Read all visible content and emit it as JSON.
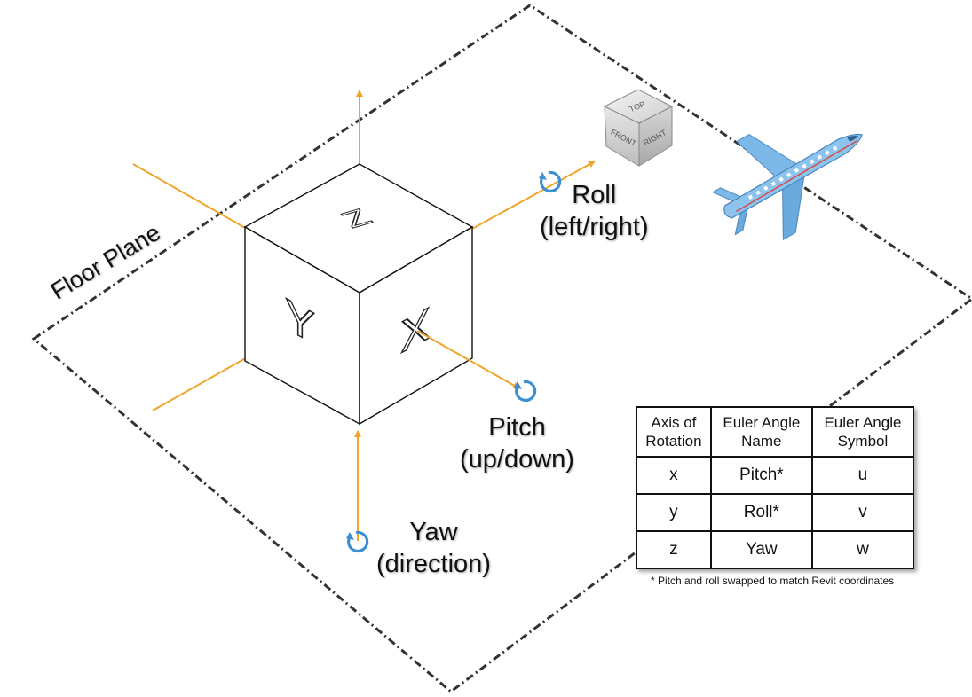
{
  "floor_plane_label": "Floor Plane",
  "cube_faces": {
    "top": "Z",
    "left": "Y",
    "right": "X"
  },
  "rotations": [
    {
      "name": "Roll",
      "desc": "(left/right)"
    },
    {
      "name": "Pitch",
      "desc": "(up/down)"
    },
    {
      "name": "Yaw",
      "desc": "(direction)"
    }
  ],
  "view_cube": {
    "top": "TOP",
    "front": "FRONT",
    "right": "RIGHT"
  },
  "table": {
    "headers": [
      {
        "line1": "Axis of",
        "line2": "Rotation"
      },
      {
        "line1": "Euler Angle",
        "line2": "Name"
      },
      {
        "line1": "Euler Angle",
        "line2": "Symbol"
      }
    ],
    "rows": [
      {
        "axis": "x",
        "name": "Pitch*",
        "symbol": "u"
      },
      {
        "axis": "y",
        "name": "Roll*",
        "symbol": "v"
      },
      {
        "axis": "z",
        "name": "Yaw",
        "symbol": "w"
      }
    ]
  },
  "footnote": "* Pitch and roll swapped to match Revit coordinates",
  "colors": {
    "axis": "#f0a52a",
    "rotation_arrow": "#3d8fd1",
    "plane_border": "#333333",
    "airplane": "#6bb0e6"
  },
  "icons": [
    "rotation-arrow-icon",
    "airplane-icon",
    "view-cube-icon"
  ]
}
